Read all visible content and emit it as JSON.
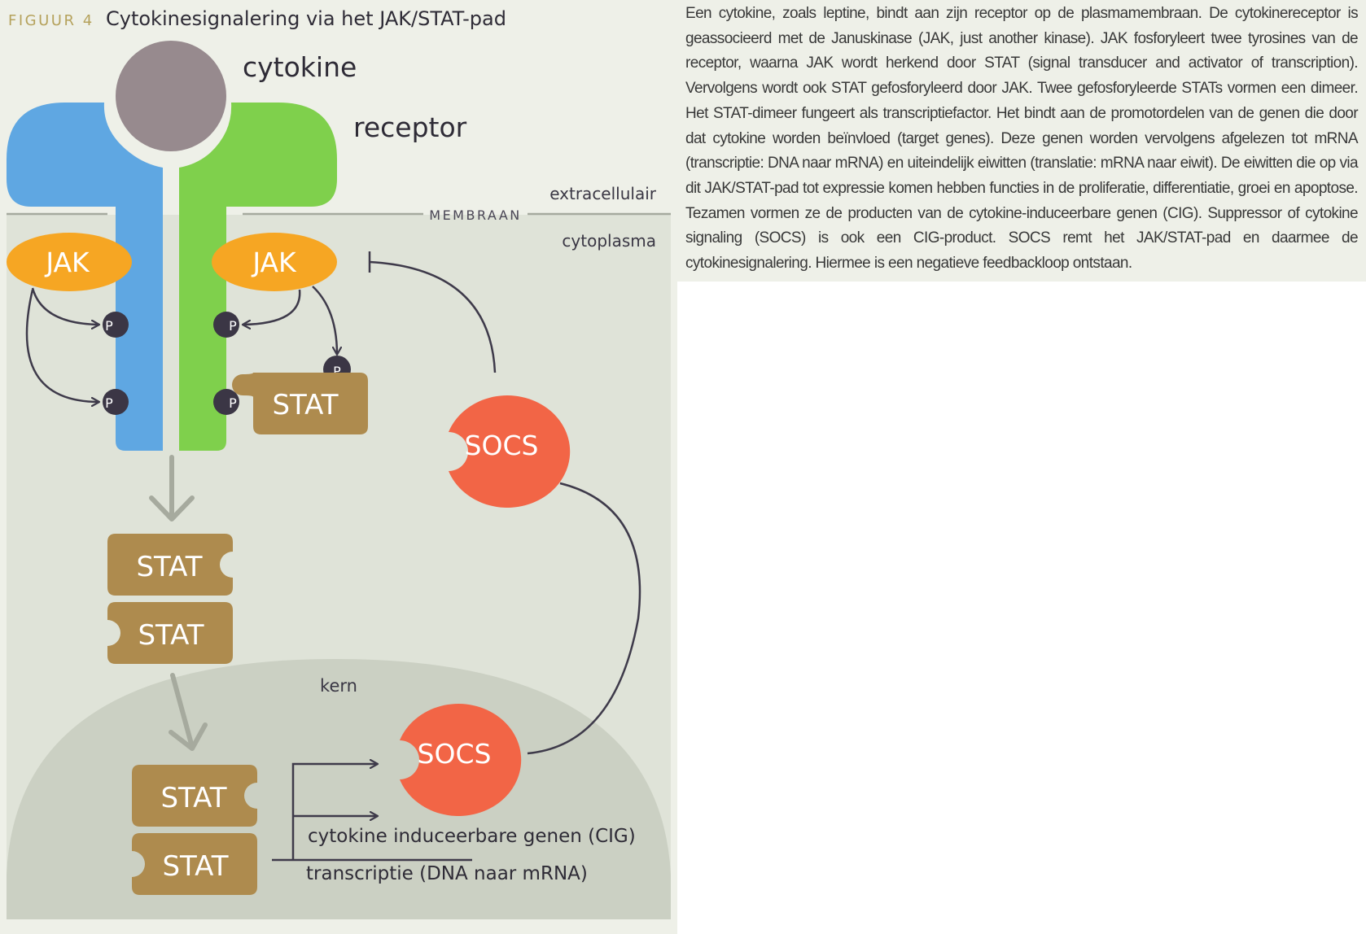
{
  "figure": {
    "label": "FIGUUR 4",
    "title": "Cytokinesignalering via het JAK/STAT-pad"
  },
  "labels": {
    "cytokine": "cytokine",
    "receptor": "receptor",
    "extracellular": "extracellulair",
    "membrane": "MEMBRAAN",
    "cytoplasm": "cytoplasma",
    "nucleus": "kern",
    "jak": "JAK",
    "stat": "STAT",
    "socs": "SOCS",
    "phosphate": "P",
    "cig": "cytokine induceerbare genen (CIG)",
    "transcription": "transcriptie (DNA naar mRNA)"
  },
  "caption": "Een cytokine, zoals leptine, bindt aan zijn receptor op de plasmamembraan. De cytokinereceptor is geassocieerd met de Januskinase (JAK, just another kinase). JAK fosforyleert twee tyrosines van de receptor, waarna JAK wordt herkend door STAT (signal transducer and activator of transcription). Vervolgens wordt ook STAT gefosforyleerd door JAK. Twee gefosforyleerde STATs vormen een dimeer. Het STAT-dimeer fungeert als transcriptiefactor. Het bindt aan de promotordelen van de genen die door dat cytokine worden beïnvloed (target genes). Deze genen worden vervolgens afgelezen tot mRNA (transcriptie: DNA naar mRNA) en uiteindelijk eiwitten (translatie: mRNA naar eiwit). De eiwitten die op via dit JAK/STAT-pad tot expressie komen hebben functies in de proliferatie, differentiatie, groei en apoptose. Tezamen vormen ze de producten van de cytokine-induceerbare genen (CIG). Suppressor of cytokine signaling (SOCS) is ook een CIG-product. SOCS remt het JAK/STAT-pad en daarmee de cytokinesignalering. Hiermee is een negatieve feedbackloop ontstaan.",
  "colors": {
    "background": "#eef0e8",
    "cytoplasm": "#dfe3d8",
    "nucleus": "#cbd0c3",
    "receptor_left": "#5fa7e2",
    "receptor_right": "#7fd04c",
    "cytokine": "#978a8e",
    "jak": "#f6a623",
    "stat": "#ae8b4e",
    "socs": "#f26546",
    "phosphate": "#3b3645",
    "arrow": "#3e3a4a",
    "flow_arrow": "#a6aa9e",
    "title_label": "#b5a25c"
  }
}
